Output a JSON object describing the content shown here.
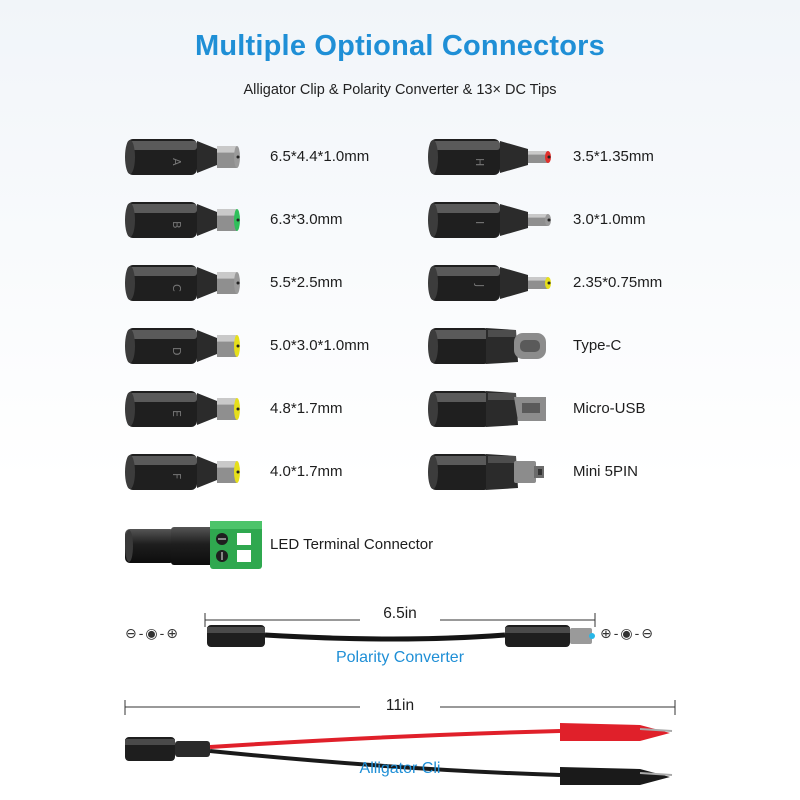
{
  "header": {
    "title": "Multiple Optional Connectors",
    "subtitle": "Alligator Clip & Polarity Converter & 13× DC Tips"
  },
  "connectors_left": [
    {
      "label": "6.5*4.4*1.0mm",
      "letter": "A",
      "tip_color": "#9a9a9a",
      "icon": "barrel-tip-icon"
    },
    {
      "label": "6.3*3.0mm",
      "letter": "B",
      "tip_color": "#2fbf5a",
      "icon": "barrel-tip-icon"
    },
    {
      "label": "5.5*2.5mm",
      "letter": "C",
      "tip_color": "#9a9a9a",
      "icon": "barrel-tip-icon"
    },
    {
      "label": "5.0*3.0*1.0mm",
      "letter": "D",
      "tip_color": "#e6df1a",
      "icon": "barrel-tip-icon"
    },
    {
      "label": "4.8*1.7mm",
      "letter": "E",
      "tip_color": "#e6df1a",
      "icon": "barrel-tip-icon"
    },
    {
      "label": "4.0*1.7mm",
      "letter": "F",
      "tip_color": "#e6df1a",
      "icon": "barrel-tip-icon"
    }
  ],
  "connectors_right": [
    {
      "label": "3.5*1.35mm",
      "letter": "H",
      "tip_color": "#e0302c",
      "icon": "thin-tip-icon"
    },
    {
      "label": "3.0*1.0mm",
      "letter": "I",
      "tip_color": "#9a9a9a",
      "icon": "thin-tip-icon"
    },
    {
      "label": "2.35*0.75mm",
      "letter": "J",
      "tip_color": "#e6df1a",
      "icon": "thin-tip-icon"
    },
    {
      "label": "Type-C",
      "letter": "",
      "tip_color": "#a0a0a0",
      "icon": "usb-c-icon"
    },
    {
      "label": "Micro-USB",
      "letter": "",
      "tip_color": "#a0a0a0",
      "icon": "micro-usb-icon"
    },
    {
      "label": "Mini 5PIN",
      "letter": "",
      "tip_color": "#a0a0a0",
      "icon": "mini-usb-icon"
    }
  ],
  "terminal": {
    "label": "LED Terminal Connector",
    "icon": "terminal-block-icon",
    "color": "#2fa84f"
  },
  "polarity": {
    "length": "6.5in",
    "caption": "Polarity Converter",
    "left_symbol": "⊖-◉-⊕",
    "right_symbol": "⊕-◉-⊖"
  },
  "alligator": {
    "length": "11in",
    "caption": "Alligator Cli",
    "red_wire": "#e0202a",
    "black_wire": "#1a1a1a"
  },
  "colors": {
    "accent": "#1f8fd6",
    "connector_body": "#2a2a2a"
  }
}
